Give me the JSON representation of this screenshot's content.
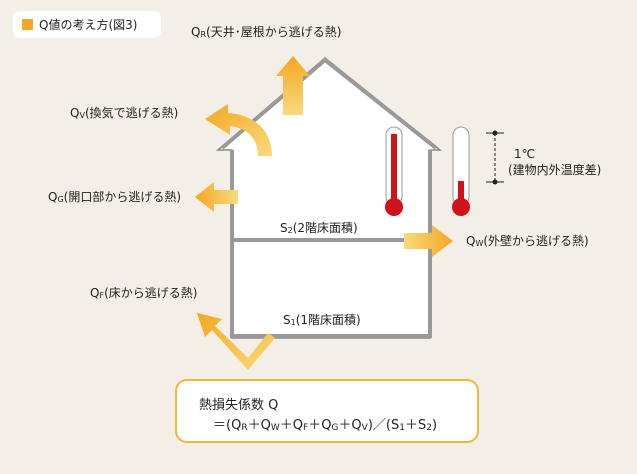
{
  "title": "Q値の考え方(図3)",
  "labels": {
    "qr": {
      "sym": "Q",
      "sub": "R",
      "text": "(天井･屋根から逃げる熱)"
    },
    "qv": {
      "sym": "Q",
      "sub": "V",
      "text": "(換気で逃げる熱)"
    },
    "qg": {
      "sym": "Q",
      "sub": "G",
      "text": "(開口部から逃げる熱)"
    },
    "qw": {
      "sym": "Q",
      "sub": "W",
      "text": "(外壁から逃げる熱)"
    },
    "qf": {
      "sym": "Q",
      "sub": "F",
      "text": "(床から逃げる熱)"
    },
    "s2": {
      "sym": "S",
      "sub": "2",
      "text": "(2階床面積)"
    },
    "s1": {
      "sym": "S",
      "sub": "1",
      "text": "(1階床面積)"
    }
  },
  "temp_diff": {
    "line1": "1℃",
    "line2": "(建物内外温度差)"
  },
  "formula": {
    "line1": "熱損失係数 Q",
    "prefix": "＝(",
    "terms": [
      {
        "sym": "Q",
        "sub": "R"
      },
      {
        "sym": "Q",
        "sub": "W"
      },
      {
        "sym": "Q",
        "sub": "F"
      },
      {
        "sym": "Q",
        "sub": "G"
      },
      {
        "sym": "Q",
        "sub": "V"
      }
    ],
    "plus": "＋",
    "mid": ")／(",
    "denominator": [
      {
        "sym": "S",
        "sub": "1"
      },
      {
        "sym": "S",
        "sub": "2"
      }
    ],
    "suffix": ")"
  },
  "colors": {
    "background": "#f4efe6",
    "house": "#ffffff",
    "house_outline": "#888888",
    "arrow_start": "#f9da7c",
    "arrow_end": "#f5a623",
    "thermometer_red": "#d0121b",
    "badge_square": "#f5a623",
    "formula_border": "#f3b63a"
  }
}
